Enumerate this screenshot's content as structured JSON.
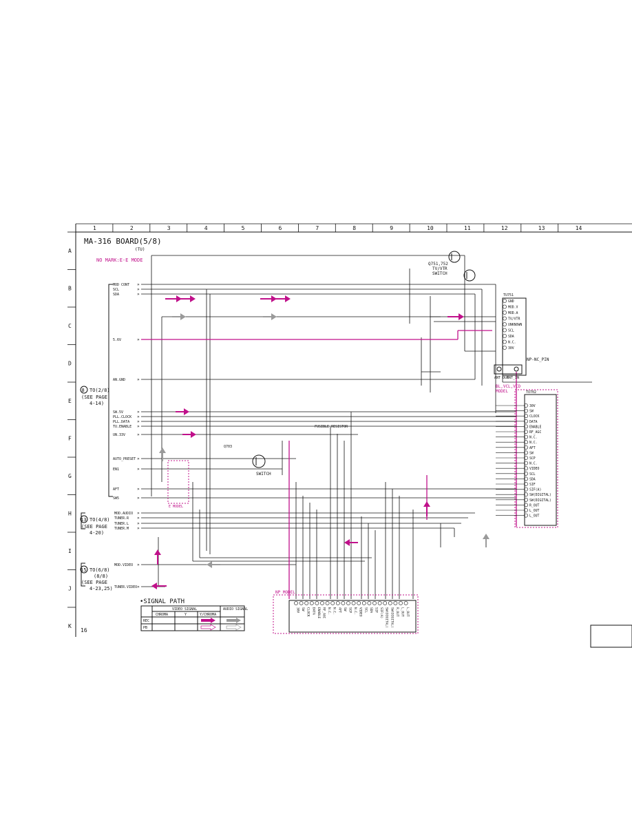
{
  "page": {
    "title": "MA-316 BOARD(5/8)",
    "subtitle": "(TU)",
    "mode_note": "NO MARK:E-E MODE",
    "page_number": "16"
  },
  "grid": {
    "columns": [
      "1",
      "2",
      "3",
      "4",
      "5",
      "6",
      "7",
      "8",
      "9",
      "10",
      "11",
      "12",
      "13",
      "14"
    ],
    "rows": [
      "A",
      "B",
      "C",
      "D",
      "E",
      "F",
      "G",
      "H",
      "I",
      "J",
      "K"
    ]
  },
  "left_connectors": {
    "group1": [
      "MOD CONT",
      "SCL",
      "SDA",
      "5.6V",
      "AN.GND",
      "SW.5V",
      "PLL.CLOCK",
      "PLL.DATA",
      "TU.ENABLE",
      "UN.33V",
      "AUTO_PRESET",
      "EN1",
      "AFT",
      "SW5"
    ],
    "group2": [
      "MOD.AUDIO",
      "TUNER.R",
      "TUNER.L",
      "TUNER.M"
    ],
    "group3": [
      "MOD.VIDEO",
      "TUNER.VIDEO"
    ],
    "to1": {
      "num": "8",
      "to": "TO(2/8)",
      "see": "(SEE PAGE",
      "page": "4-14)"
    },
    "to2": {
      "num": "13",
      "to": "TO(4/8)",
      "see": "(SEE PAGE",
      "page": "4-20)"
    },
    "to3": {
      "num": "15",
      "to": "TO(6/8)",
      "sub": "(8/8)",
      "see": "(SEE PAGE",
      "page": "4-23,25)"
    }
  },
  "switches": {
    "q751": {
      "ref": "Q751,752",
      "l1": "TV/VTR",
      "l2": "SWITCH"
    },
    "q703": {
      "ref": "Q703",
      "l1": "SWITCH"
    }
  },
  "labels": {
    "fusible": "FUSIBLE RESISTOR",
    "np_nc_pin": "NP-NC_PIN",
    "bl_vcl_model": "BL,VCL,VCD",
    "bl_model": "MODEL",
    "np_model": "NP MODEL",
    "e_model": "E MODEL",
    "ant_out": "ANT OUT",
    "ant_in": "ANT_IN"
  },
  "tuner_right": {
    "ref": "TU702",
    "pins": [
      "30V",
      "SW",
      "CLOCK",
      "DATA",
      "ENABLE",
      "RF_AGC",
      "N.C.",
      "N.C.",
      "AFT",
      "SW",
      "SCP",
      "N.C.",
      "VIDEO",
      "SCL",
      "SDA",
      "SIF",
      "SIF(A)",
      "SW(DIGITAL)",
      "SW(DIGITAL)",
      "R_OUT",
      "L_OUT",
      "L_OUT"
    ]
  },
  "tuner_top": {
    "ref": "TU751",
    "pins": [
      "GND",
      "MOD.V",
      "MOD.A",
      "TV/VTR",
      "UNKNOWN",
      "SCL",
      "SDA",
      "N.C.",
      "30V"
    ]
  },
  "signal_path": {
    "title": "SIGNAL PATH",
    "video_header": "VIDEO SIGNAL",
    "audio_header": "AUDIO SIGNAL",
    "columns": [
      "CHROMA",
      "Y",
      "Y/CHROMA"
    ],
    "rows": [
      "REC",
      "PB"
    ]
  },
  "colors": {
    "line": "#111111",
    "signal": "#c0108a",
    "grey": "#9a9a9a"
  }
}
